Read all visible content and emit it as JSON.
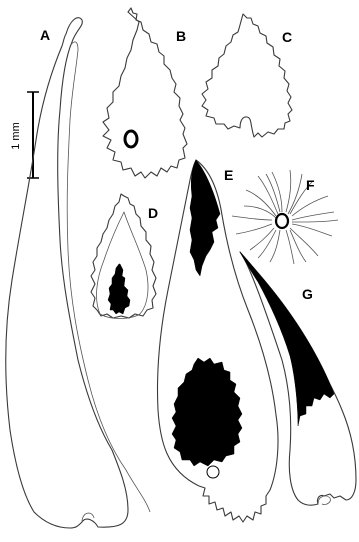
{
  "figure": {
    "panel_labels": {
      "a": "A",
      "b": "B",
      "c": "C",
      "d": "D",
      "e": "E",
      "f": "F",
      "g": "G"
    },
    "scale_bar": {
      "label": "1 mm"
    }
  }
}
